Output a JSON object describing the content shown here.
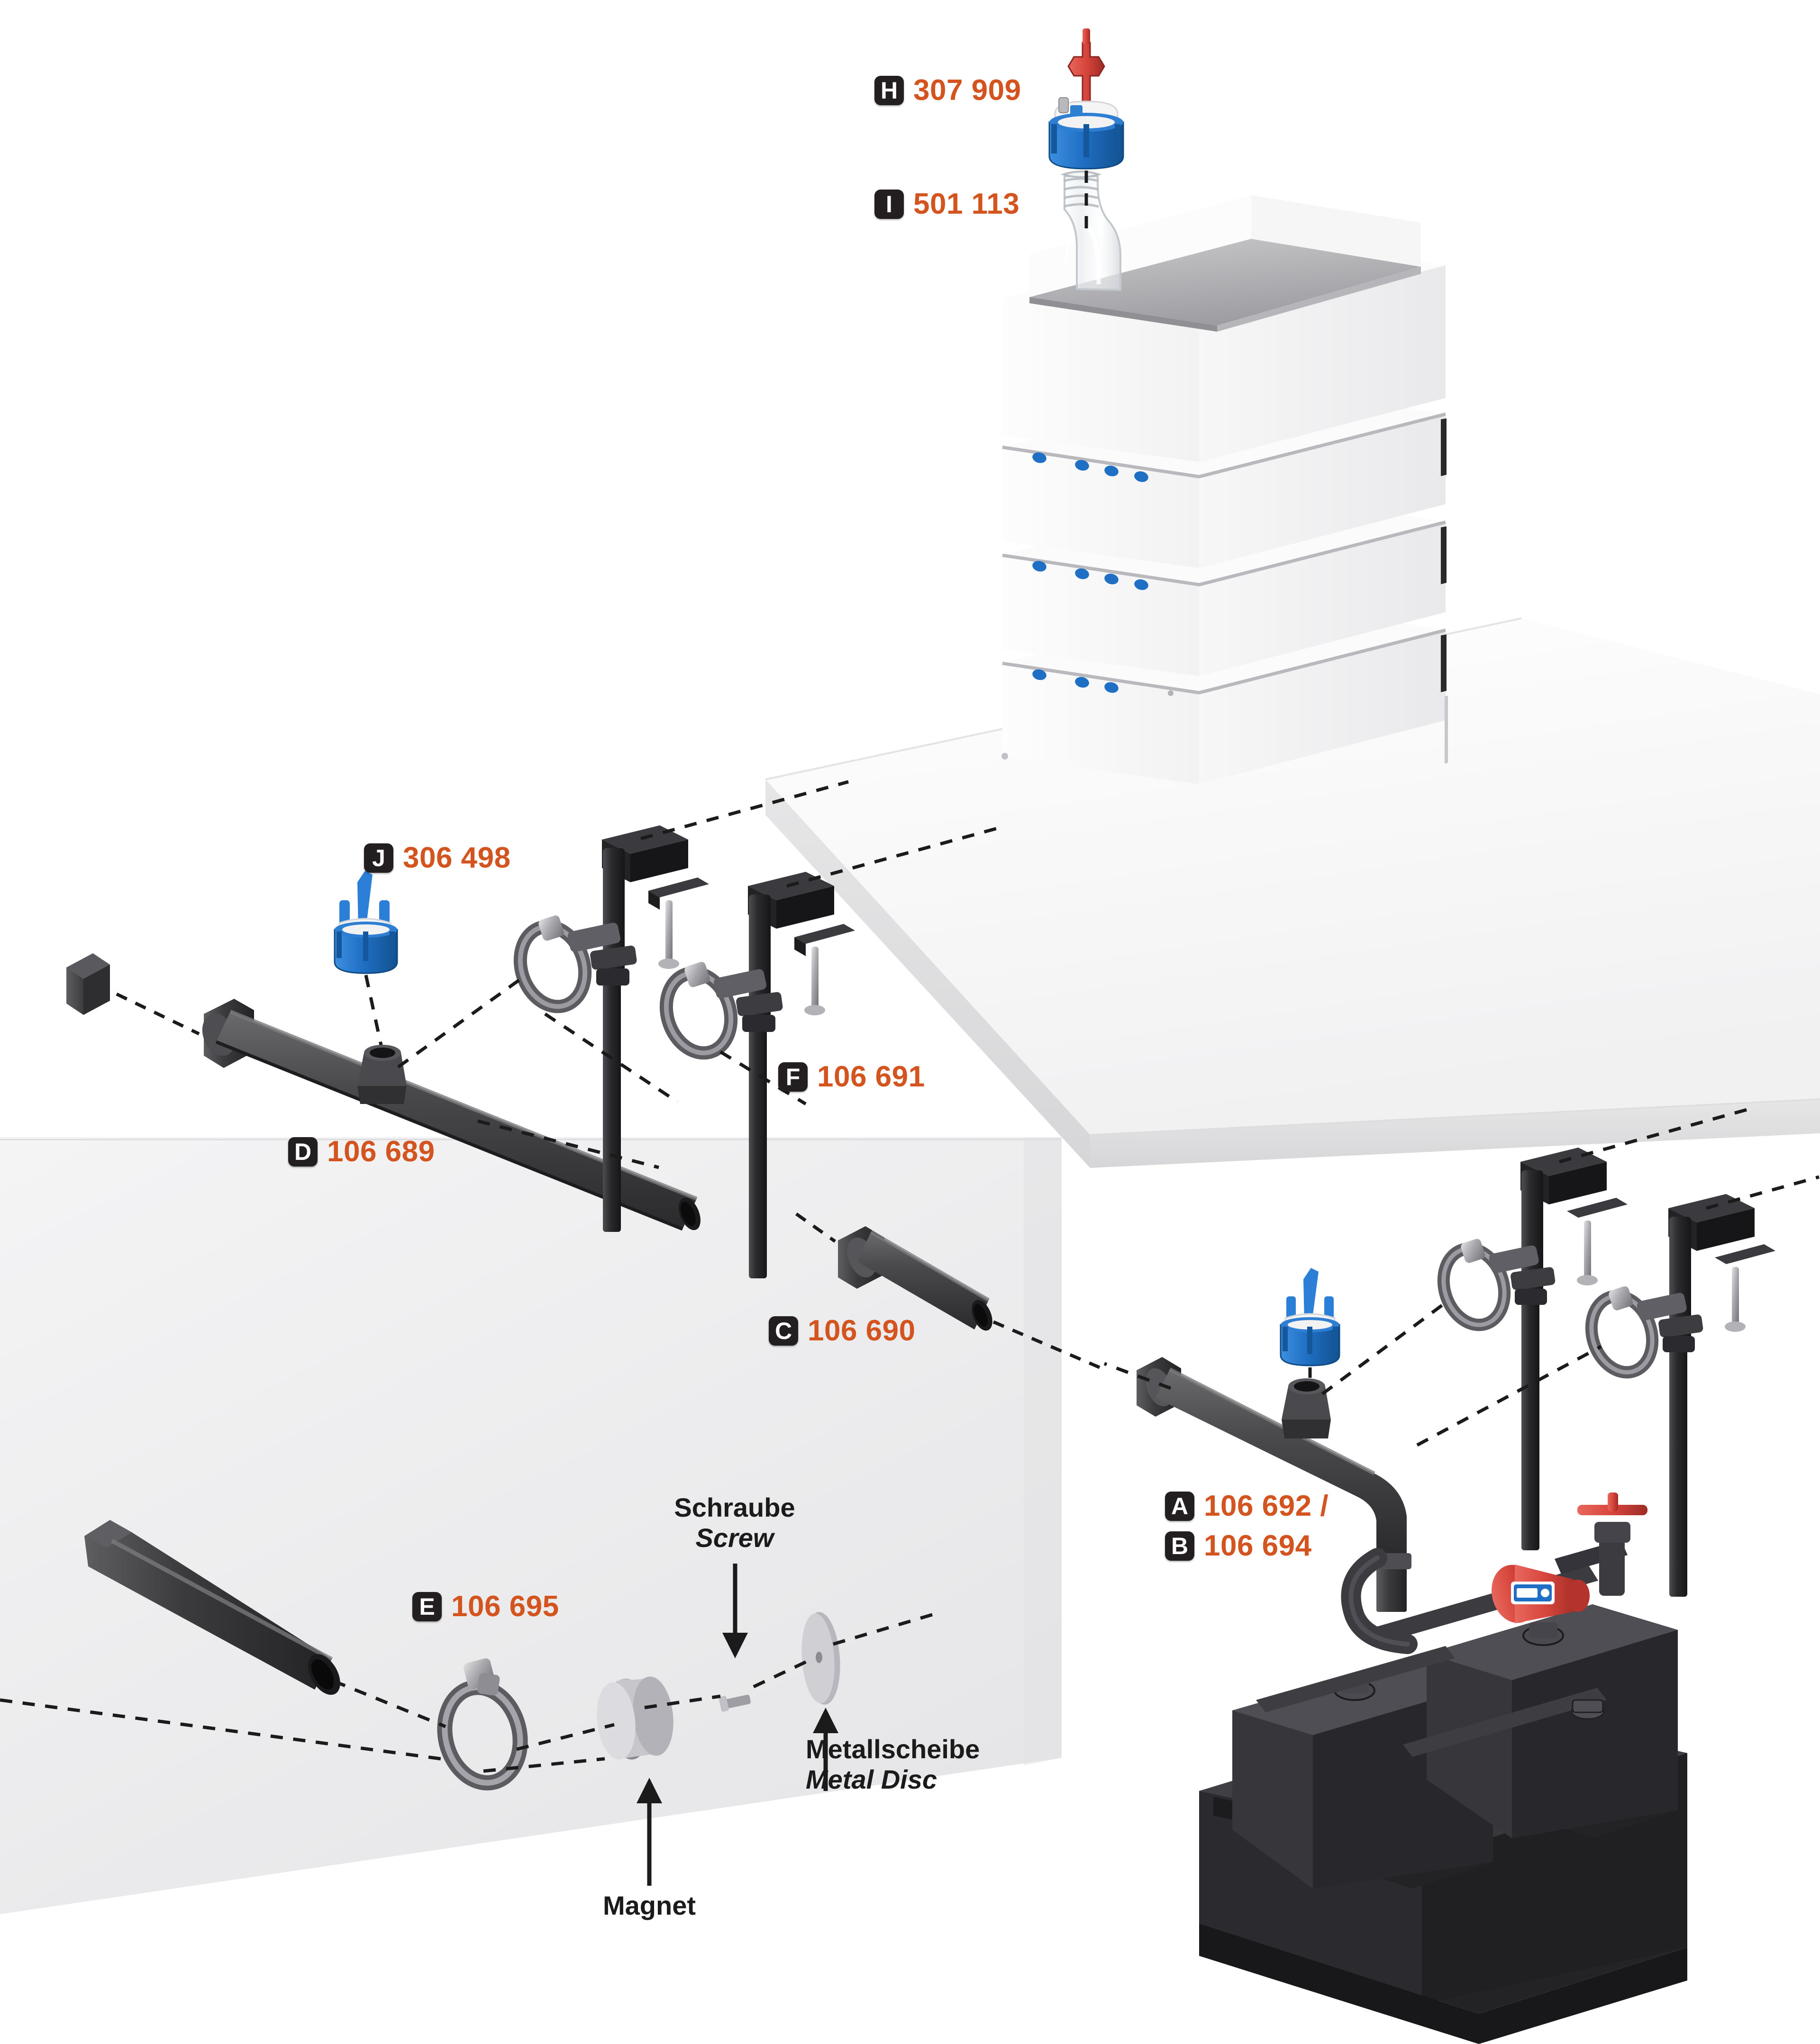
{
  "diagram": {
    "kind": "exploded-assembly",
    "subject": "Laboratory waste-collection piping kit with funnel caps, bench clamps and canister pump unit",
    "accent_color": "#D4541F",
    "chip_color": "#231f20",
    "cap_blue": "#1f6fc4",
    "valve_red": "#d6453c",
    "indicator_blue": "#1f6fc4",
    "pipe_dark": "#3a3a3c",
    "bench_white": "#fdfdfd",
    "bench_grey": "#ededee"
  },
  "parts": [
    {
      "id": "H",
      "code": "307 909",
      "name": "safety-cap-with-valve"
    },
    {
      "id": "I",
      "code": "501 113",
      "name": "glass-bottle"
    },
    {
      "id": "J",
      "code": "306 498",
      "name": "blue-funnel-cap"
    },
    {
      "id": "D",
      "code": "106 689",
      "name": "long-pipe-with-tee"
    },
    {
      "id": "F",
      "code": "106 691",
      "name": "bench-clamp-stand"
    },
    {
      "id": "C",
      "code": "106 690",
      "name": "short-pipe-segment"
    },
    {
      "id": "E",
      "code": "106 695",
      "name": "pipe-clamp-with-magnet"
    },
    {
      "id": "A",
      "code": "106 692 /",
      "name": "canister-pump-unit-a"
    },
    {
      "id": "B",
      "code": "106 694",
      "name": "canister-pump-unit-b"
    }
  ],
  "callouts": {
    "h": {
      "chip": "H",
      "code": "307 909"
    },
    "i": {
      "chip": "I",
      "code": "501 113"
    },
    "j": {
      "chip": "J",
      "code": "306 498"
    },
    "d": {
      "chip": "D",
      "code": "106 689"
    },
    "f": {
      "chip": "F",
      "code": "106 691"
    },
    "c": {
      "chip": "C",
      "code": "106 690"
    },
    "e": {
      "chip": "E",
      "code": "106 695"
    },
    "a": {
      "chip": "A",
      "code": "106 692 /"
    },
    "b": {
      "chip": "B",
      "code": "106 694"
    }
  },
  "annotations": {
    "screw": {
      "de": "Schraube",
      "en": "Screw"
    },
    "magnet": {
      "de": "Magnet",
      "en": ""
    },
    "metal_disc": {
      "de": "Metallscheibe",
      "en": "Metal Disc"
    }
  }
}
